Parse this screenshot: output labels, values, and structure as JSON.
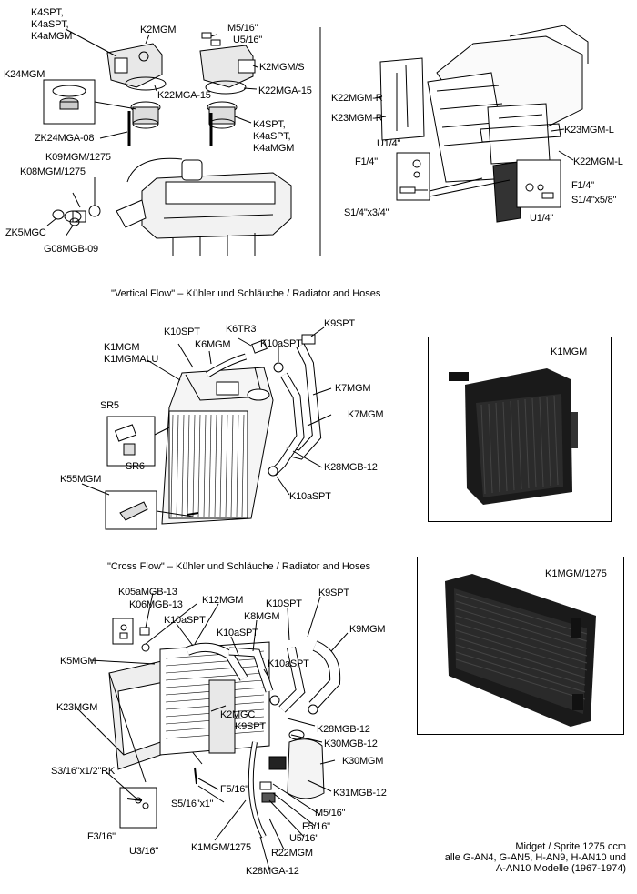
{
  "section1": {
    "labels": {
      "k4spt": "K4SPT,",
      "k4aspt": "K4aSPT,",
      "k4amgm": "K4aMGM",
      "k2mgm": "K2MGM",
      "m5_16": "M5/16\"",
      "u5_16": "U5/16\"",
      "k24mgm": "K24MGM",
      "k2mgms": "K2MGM/S",
      "k22mga15_a": "K22MGA-15",
      "k22mga15_b": "K22MGA-15",
      "zk24mga08": "ZK24MGA-08",
      "k4spt_b": "K4SPT,",
      "k4aspt_b": "K4aSPT,",
      "k4amgm_b": "K4aMGM",
      "k09mgm": "K09MGM/1275",
      "k08mgm": "K08MGM/1275",
      "zk5mgc": "ZK5MGC",
      "g08mgb09": "G08MGB-09",
      "k22mgmr": "K22MGM-R",
      "k23mgmr": "K23MGM-R",
      "u1_4a": "U1/4\"",
      "f1_4a": "F1/4\"",
      "k23mgml": "K23MGM-L",
      "k22mgml": "K22MGM-L",
      "f1_4b": "F1/4\"",
      "s1_4x5_8": "S1/4\"x5/8\"",
      "s1_4x3_4": "S1/4\"x3/4\"",
      "u1_4b": "U1/4\""
    }
  },
  "section2": {
    "caption": "\"Vertical Flow\" – Kühler und Schläuche / Radiator and Hoses",
    "labels": {
      "k1mgm": "K1MGM",
      "k1mgmalu": "K1MGMALU",
      "k10spt": "K10SPT",
      "k6mgm": "K6MGM",
      "k6tr3": "K6TR3",
      "k10aspt_a": "K10aSPT",
      "k9spt": "K9SPT",
      "k7mgm_a": "K7MGM",
      "k7mgm_b": "K7MGM",
      "sr5": "SR5",
      "sr6": "SR6",
      "k28mgb12": "K28MGB-12",
      "k10aspt_b": "K10aSPT",
      "k55mgm": "K55MGM"
    },
    "photo_label": "K1MGM"
  },
  "section3": {
    "caption": "\"Cross Flow\" – Kühler und Schläuche / Radiator and Hoses",
    "labels": {
      "k05amgb13": "K05aMGB-13",
      "k06mgb13": "K06MGB-13",
      "k12mgm": "K12MGM",
      "k10spt": "K10SPT",
      "k9spt_a": "K9SPT",
      "k8mgm": "K8MGM",
      "k10aspt_a": "K10aSPT",
      "k9mgm": "K9MGM",
      "k10aspt_b": "K10aSPT",
      "k5mgm": "K5MGM",
      "k10aspt_c": "K10aSPT",
      "k23mgm": "K23MGM",
      "k2mgc": "K2MGC",
      "k9spt_b": "K9SPT",
      "k28mgb12": "K28MGB-12",
      "k30mgb12": "K30MGB-12",
      "k30mgm": "K30MGM",
      "s3_16": "S3/16\"x1/2\"RK",
      "k31mgb12": "K31MGB-12",
      "f5_16a": "F5/16\"",
      "s5_16x1": "S5/16\"x1\"",
      "m5_16": "M5/16\"",
      "f5_16b": "F5/16\"",
      "f3_16": "F3/16\"",
      "u5_16": "U5/16\"",
      "u3_16": "U3/16\"",
      "k1mgm1275": "K1MGM/1275",
      "r22mgm": "R22MGM",
      "k28mga12": "K28MGA-12"
    },
    "photo_label": "K1MGM/1275"
  },
  "footer": {
    "line1": "Midget / Sprite 1275 ccm",
    "line2": "alle G-AN4, G-AN5, H-AN9, H-AN10 und",
    "line3": "A-AN10 Modelle (1967-1974)"
  }
}
